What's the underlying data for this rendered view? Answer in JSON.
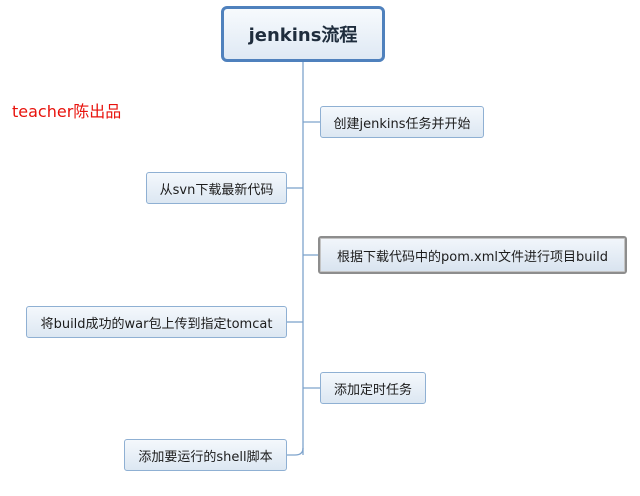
{
  "root": {
    "label": "jenkins流程"
  },
  "floating_label": "teacher陈出品",
  "topics": {
    "create_task": "创建jenkins任务并开始",
    "download_svn": "从svn下载最新代码",
    "build_pom": "根据下载代码中的pom.xml文件进行项目build",
    "upload_war": "将build成功的war包上传到指定tomcat",
    "add_timer": "添加定时任务",
    "add_shell": "添加要运行的shell脚本"
  },
  "colors": {
    "root_border": "#4f81bd",
    "node_border": "#8fb0d3",
    "connector": "#7ea3cc",
    "floating_text": "#e8120c"
  }
}
